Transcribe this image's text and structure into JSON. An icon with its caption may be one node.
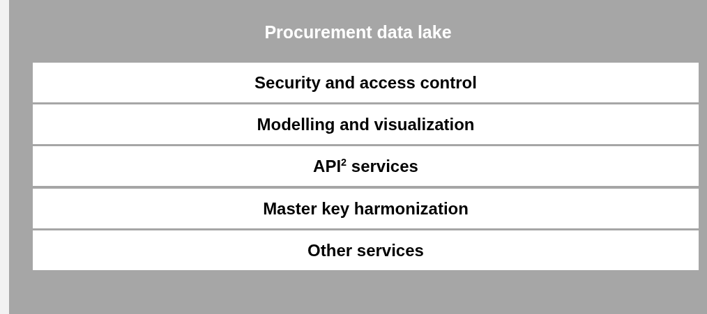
{
  "diagram": {
    "nodes": [
      {
        "text": [
          "Procurement data lake"
        ]
      },
      {
        "text": [
          "Security and access control"
        ],
        "in": 0
      },
      {
        "text": [
          "Modelling and visualization"
        ],
        "in": 0
      },
      {
        "text": [
          "API$^{2}$ services"
        ],
        "in": 0
      },
      {
        "text": [
          "Master key harmonization"
        ],
        "in": 0
      },
      {
        "text": [
          "Other services"
        ],
        "in": 0
      }
    ]
  }
}
